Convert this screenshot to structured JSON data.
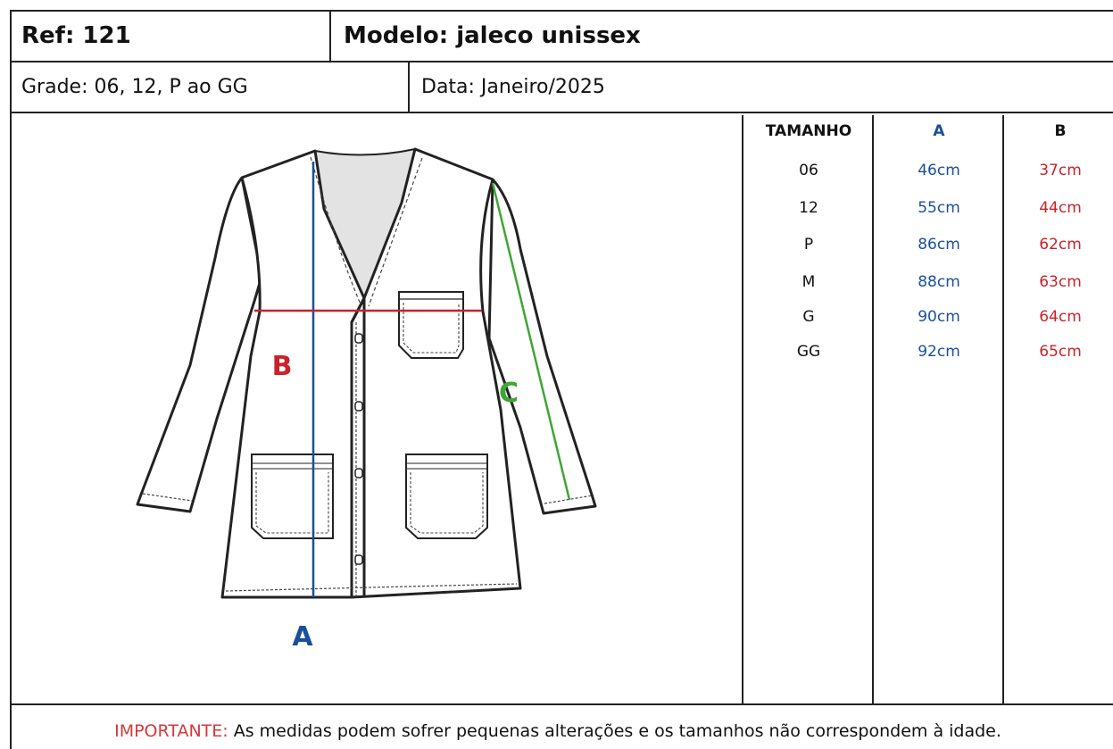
{
  "header": {
    "ref": "Ref: 121",
    "model": "Modelo: jaleco unissex",
    "grade": "Grade: 06, 12, P ao GG",
    "date": "Data: Janeiro/2025"
  },
  "diagram": {
    "label_a": "A",
    "label_b": "B",
    "label_c": "C",
    "colors": {
      "a": "#1a4f9a",
      "b": "#c8232a",
      "c": "#3fa535"
    }
  },
  "size_table": {
    "headers": [
      "TAMANHO",
      "A",
      "B"
    ],
    "rows": [
      {
        "size": "06",
        "a": "46cm",
        "b": "37cm"
      },
      {
        "size": "12",
        "a": "55cm",
        "b": "44cm"
      },
      {
        "size": "P",
        "a": "86cm",
        "b": "62cm"
      },
      {
        "size": "M",
        "a": "88cm",
        "b": "63cm"
      },
      {
        "size": "G",
        "a": "90cm",
        "b": "64cm"
      },
      {
        "size": "GG",
        "a": "92cm",
        "b": "65cm"
      }
    ]
  },
  "footer": {
    "important_label": "IMPORTANTE:",
    "note": " As medidas podem sofrer pequenas alterações e os tamanhos não correspondem à idade."
  }
}
